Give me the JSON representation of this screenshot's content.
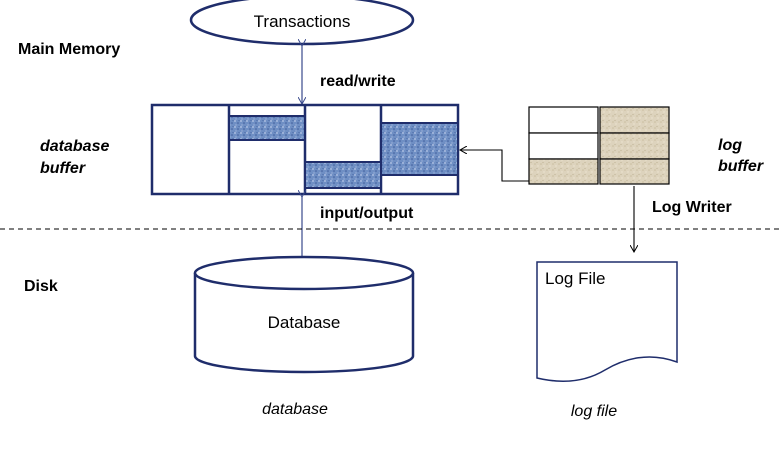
{
  "labels": {
    "transactions": "Transactions",
    "main_memory": "Main Memory",
    "read_write": "read/write",
    "database_buffer_line1": "database",
    "database_buffer_line2": "buffer",
    "log_buffer_line1": "log",
    "log_buffer_line2": "buffer",
    "log_writer": "Log Writer",
    "input_output": "input/output",
    "disk": "Disk",
    "database": "Database",
    "log_file": "Log File",
    "database_caption": "database",
    "log_file_caption": "log file"
  },
  "colors": {
    "outline_navy": "#1f2d6b",
    "page_fill_blue": "#6f8fc4",
    "log_fill_beige": "#ddd3bd",
    "arrow_blue": "#3a4a8c",
    "line_black": "#000000"
  }
}
